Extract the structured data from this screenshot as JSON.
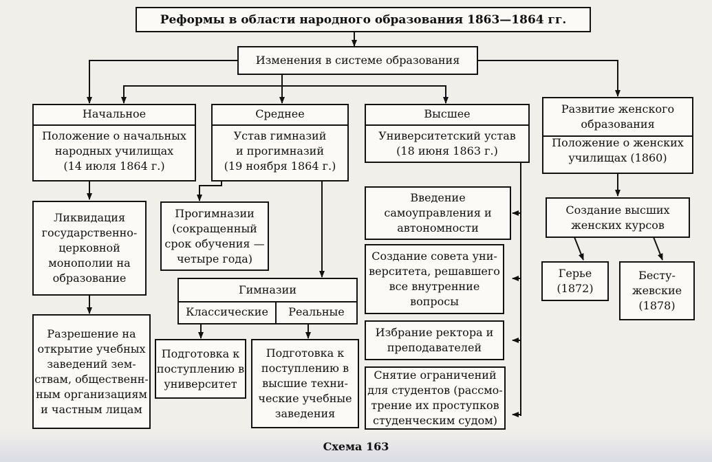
{
  "title": "Реформы в области народного образования 1863—1864 гг.",
  "changes": "Изменения в системе образования",
  "primary": {
    "header": "Начальное",
    "doc": [
      "Положение о начальных",
      "народных училищах",
      "(14 июля 1864 г.)"
    ],
    "liquidation": [
      "Ликвидация",
      "государственно-",
      "церковной",
      "монополии на",
      "образование"
    ],
    "permission": [
      "Разрешение на",
      "открытие учебных",
      "заведений зем-",
      "ствам, общественн-",
      "ным организациям",
      "и частным лицам"
    ]
  },
  "secondary": {
    "header": "Среднее",
    "doc": [
      "Устав гимназий",
      "и прогимназий",
      "(19 ноября 1864 г.)"
    ],
    "progymnasium": [
      "Прогимназии",
      "(сокращенный",
      "срок обучения —",
      "четыре года)"
    ],
    "gymnasium": "Гимназии",
    "classical": "Классические",
    "real": "Реальные",
    "prep_university": [
      "Подготовка к",
      "поступлению в",
      "университет"
    ],
    "prep_technical": [
      "Подготовка к",
      "поступлению в",
      "высшие техни-",
      "ческие учебные",
      "заведения"
    ]
  },
  "higher": {
    "header": "Высшее",
    "doc": [
      "Университетский устав",
      "(18 июня 1863 г.)"
    ],
    "self_government": [
      "Введение",
      "самоуправления и",
      "автономности"
    ],
    "council": [
      "Создание совета уни-",
      "верситета, решавшего",
      "все внутренние",
      "вопросы"
    ],
    "election": [
      "Избрание ректора и",
      "преподавателей"
    ],
    "restrictions": [
      "Снятие ограничений",
      "для студентов (рассмо-",
      "трение их проступков",
      "студенческим судом)"
    ]
  },
  "women": {
    "header": [
      "Развитие женского",
      "образования"
    ],
    "doc": [
      "Положение о женских",
      "училищах (1860)"
    ],
    "courses": [
      "Создание высших",
      "женских курсов"
    ],
    "guerrier": [
      "Герье",
      "(1872)"
    ],
    "bestuzhev": [
      "Бесту-",
      "жевские",
      "(1878)"
    ]
  },
  "caption": "Схема 163"
}
